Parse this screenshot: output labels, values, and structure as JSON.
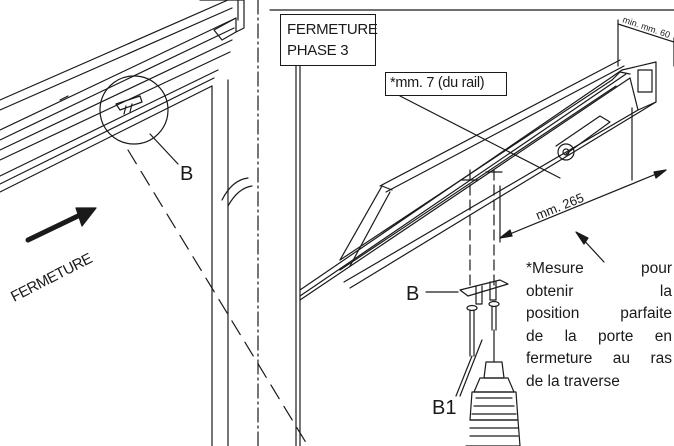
{
  "labels": {
    "phase_line1": "FERMETURE",
    "phase_line2": "PHASE 3",
    "rail_note": "*mm. 7 (du rail)",
    "dimension_265": "mm. 265",
    "dimension_min60": "min. mm. 60",
    "callout_b_left": "B",
    "callout_b_right": "B",
    "callout_b1": "B1",
    "direction_arrow": "FERMETURE"
  },
  "note_lines": [
    "*Mesure pour",
    "obtenir la",
    "position parfaite",
    "de la porte en",
    "fermeture au ras",
    "de la traverse"
  ],
  "colors": {
    "line": "#1a1a1a",
    "background": "#ffffff"
  }
}
